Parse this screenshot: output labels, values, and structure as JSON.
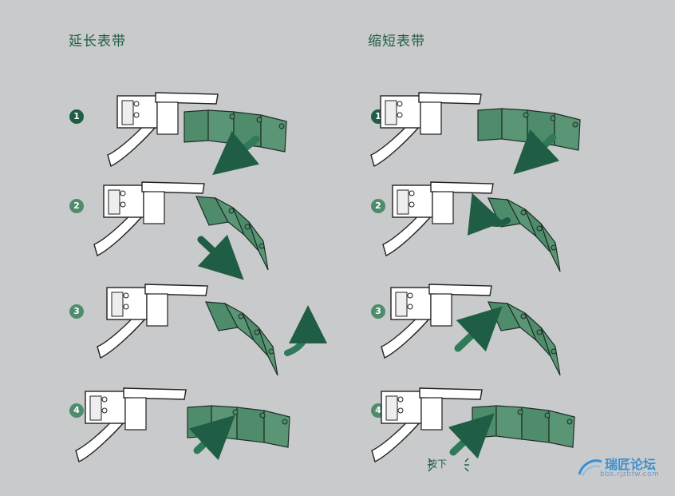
{
  "columns": {
    "left": {
      "title": "延长表带"
    },
    "right": {
      "title": "缩短表带"
    }
  },
  "steps": [
    "1",
    "2",
    "3",
    "4"
  ],
  "press_label": "按下",
  "watermark": {
    "name": "瑞匠论坛",
    "url": "bbs.rjzbfw.com"
  },
  "colors": {
    "green_dark": "#1f5e44",
    "green_link": "#4f8c6c",
    "background": "#c9cacb"
  }
}
